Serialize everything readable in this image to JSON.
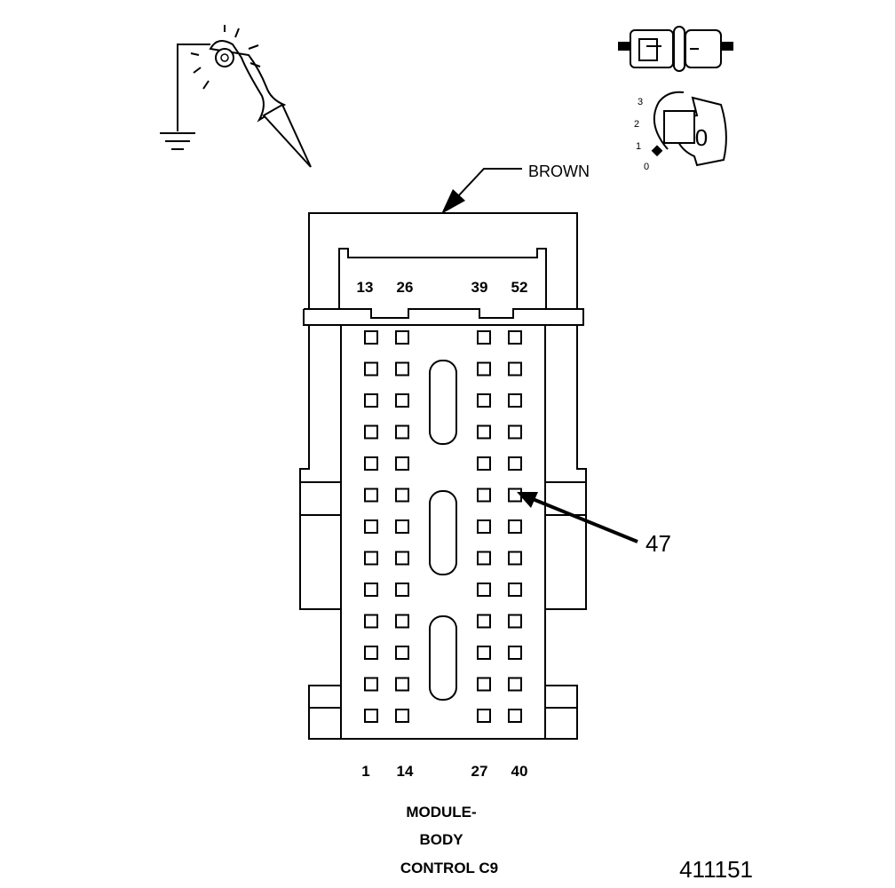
{
  "wire_color_label": "BROWN",
  "pin_callout": "47",
  "top_pin_labels": [
    "13",
    "26",
    "39",
    "52"
  ],
  "bottom_pin_labels": [
    "1",
    "14",
    "27",
    "40"
  ],
  "ignition_positions": [
    "3",
    "2",
    "1",
    "0"
  ],
  "ignition_key_label": "0",
  "caption_lines": [
    "MODULE-",
    "BODY",
    "CONTROL C9"
  ],
  "figure_number": "411151",
  "icons": [
    "test-light-icon",
    "ground-symbol-icon",
    "connector-disconnected-icon",
    "ignition-switch-icon"
  ],
  "pin_grid": {
    "columns": 4,
    "rows": 13
  }
}
